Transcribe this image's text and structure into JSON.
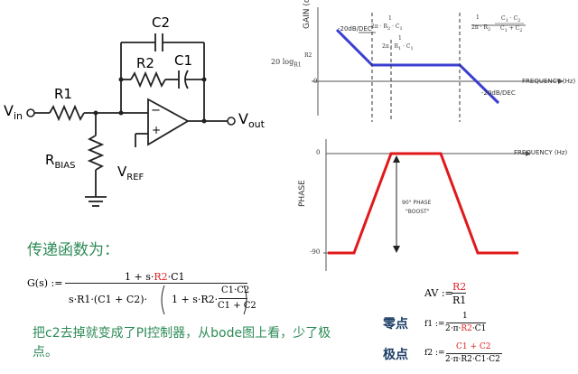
{
  "circuit": {
    "c2": "C2",
    "r2": "R2",
    "c1": "C1",
    "r1": "R1",
    "vin": "V",
    "vin_sub": "in",
    "vout": "V",
    "vout_sub": "out",
    "rbias": "R",
    "rbias_sub": "BIAS",
    "vref": "V",
    "vref_sub": "REF",
    "minus": "−",
    "plus": "+"
  },
  "gain_plot": {
    "y_axis_label": "GAIN (dB)",
    "x_axis_label": "FREQUENCY (Hz)",
    "slope_left": "-20dB/DEC",
    "slope_right": "-20dB/DEC",
    "gain_level": "20 log",
    "gain_level_sub_num": "R",
    "gain_level_sub_den": "R",
    "gain_level_idx_num": "2",
    "gain_level_idx_den": "1",
    "zero_tick": "0",
    "f1_one": "1",
    "f1_top": "2π · R",
    "f1_top_sub": "2",
    "f1_top_tail": " · C",
    "f1_top_tail_sub": "1",
    "f1_alt_one": "1",
    "f1_alt_den": "2π · R",
    "f1_alt_sub": "1",
    "f1_alt_tail": " · C",
    "f1_alt_tail_sub": "1",
    "f2_one": "1",
    "f2_den": "2π · R",
    "f2_den_sub": "2",
    "f2_frac_num": "C",
    "f2_frac_num_sub": "1",
    "f2_frac_num_tail": " · C",
    "f2_frac_num_tail_sub": "2",
    "f2_frac_den": "C",
    "f2_frac_den_sub": "1",
    "f2_frac_den_tail": " + C",
    "f2_frac_den_tail_sub": "2"
  },
  "phase_plot": {
    "y_axis_label": "PHASE",
    "x_axis_label": "FREQUENCY (Hz)",
    "tick_0": "0",
    "tick_90": "-90",
    "boost_line1": "90° PHASE",
    "boost_line2": "\"BOOST\""
  },
  "transfer": {
    "title": "传递函数为：",
    "lhs": "G(s)  :=",
    "num_prefix": "1 + s·",
    "num_r2": "R2",
    "num_suffix": "·C1",
    "den_prefix": "s·R1·(C1 + C2)·",
    "den_inner": "1 + s·R2·",
    "inner_num": "C1·C2",
    "inner_den": "C1 + C2"
  },
  "note": "把c2去掉就变成了PI控制器，从bode图上看，少了极点。",
  "results": {
    "av_lhs": "AV :=",
    "av_num": "R2",
    "av_den": "R1",
    "zero_label": "零点",
    "f1_lhs": "f1 :=",
    "f1_num": "1",
    "f1_den_prefix": "2·π·",
    "f1_den_r2": "R2",
    "f1_den_suffix": "·C1",
    "pole_label": "极点",
    "f2_lhs": "f2 :=",
    "f2_num": "C1 + C2",
    "f2_den": "2·π·R2·C1·C2"
  },
  "colors": {
    "gain_line": "#3b3fd1",
    "phase_line": "#e0191b",
    "green_text": "#2e8b57",
    "navy_text": "#1f3f66",
    "axis": "#555555"
  }
}
